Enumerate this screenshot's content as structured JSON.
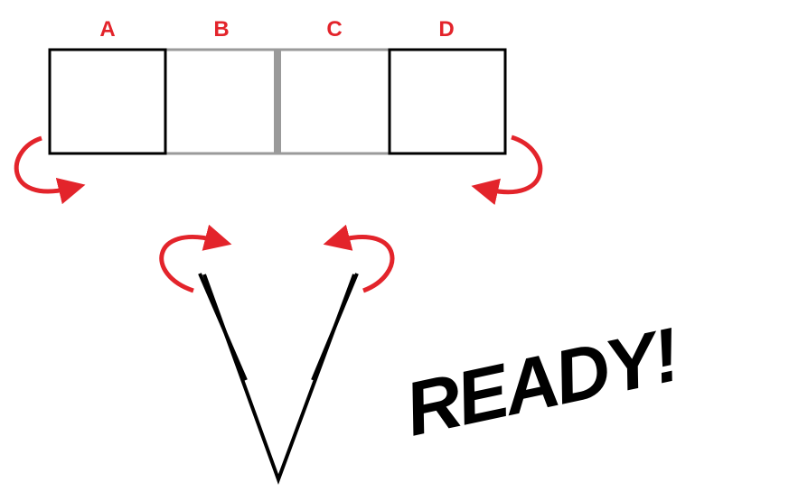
{
  "colors": {
    "accent": "#e3242b",
    "ink": "#000000",
    "muted": "#9a9a9a",
    "background": "#ffffff"
  },
  "panels": [
    {
      "label": "A",
      "border": "black"
    },
    {
      "label": "B",
      "border": "gray"
    },
    {
      "label": "C",
      "border": "gray"
    },
    {
      "label": "D",
      "border": "black"
    }
  ],
  "icons": {
    "fold_arrow": "curved-arrow-icon"
  },
  "status": {
    "text": "READY!"
  }
}
